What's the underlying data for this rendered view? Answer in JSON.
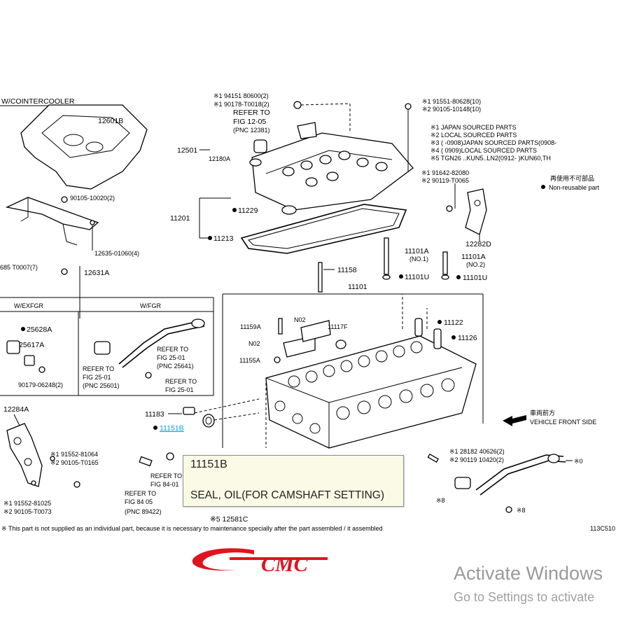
{
  "colors": {
    "accent": "#00a0e0",
    "brand": "#e0141e",
    "tooltip_bg": "#fafae6"
  },
  "header_left": "W/COINTERCOOLER",
  "notes": {
    "n1": "※1 JAPAN SOURCED PARTS",
    "n2": "※2 LOCAL SOURCED PARTS",
    "n3": "※3 (     -0908)JAPAN SOURCED PARTS(0908-",
    "n4": "※4 (     0909)LOCAL SOURCED PARTS",
    "n5": "※5 TGN26 ..KUN5..LN2(0912-       )KUN60,TH",
    "legend1": "再使用不可部品",
    "legend2": "Non-reusable part",
    "footnote": "※ This part is not supplied as an individual part, because it is necessary to maintenance specially after the part assembled / it assembled",
    "fig_id": "113C510"
  },
  "labels": {
    "p12601b": "12601B",
    "p90105": "90105-10020(2)",
    "p12635": "12635-01060(4)",
    "p90105b": "685 T0007(7)",
    "p12631a": "12631A",
    "p12501": "12501",
    "p12180a": "12180A",
    "p12181": "※1 94151 80600(2)",
    "p90178": "※1 90178-T0018(2)",
    "refer1": "REFER TO",
    "fig1205": "FIG 12-05",
    "pnc": "(PNC 12381)",
    "p11201": "11201",
    "p11229": "11229",
    "p11213": "11213",
    "p91551": "※1 91551-80628(10)",
    "p90105c": "※2 90105-10148(10)",
    "p91642": "※1 91642-82080",
    "p90119": "※2 90119-T0065",
    "p12282d": "12282D",
    "p11101a": "11101A",
    "no1": "(NO.1)",
    "p11101u": "11101U",
    "p11101a2": "11101A",
    "no2": "(NO.2)",
    "p11101u2": "11101U",
    "p11158": "11158",
    "p11101": "11101",
    "wexfgr": "W/EXFGR",
    "wfgr": "W/FGR",
    "p25628a": "25628A",
    "p25617a": "25617A",
    "p90179": "90179-06248(2)",
    "refer2": "REFER TO",
    "fig2501a": "FIG 25-01",
    "pnc2": "(PNC 25641)",
    "refer3": "REFER TO",
    "fig2501b": "FIG 25-01",
    "pnc3": "(PNC 25601)",
    "refer4": "REFER TO",
    "fig2501c": "FIG 25-01",
    "p11159a": "11159A",
    "n02a": "N02",
    "n02b": "N02",
    "p11117f": "11117F",
    "p11155a": "11155A",
    "p11122": "11122",
    "p11126": "11126",
    "p12284a": "12284A",
    "p91552": "※1 91552-81064",
    "p90105d": "※2 90105-T0165",
    "p91552b": "※1 91552-81025",
    "p90105e": "※2 90105-T0073",
    "p11183": "11183",
    "p11151b": "11151B",
    "refer5": "REFER TO",
    "fig8401": "FIG 84-01",
    "refer6": "REFER TO",
    "fig8405": "FIG 84 05",
    "pnc4": "(PNC 89422)",
    "p12581c": "※5 12581C",
    "front_jp": "車両前方",
    "front": "VEHICLE FRONT SIDE",
    "p91842": "※1 28182 40626(2)",
    "p90119b": "※2 90119 10420(2)",
    "r1": "※0",
    "r2": "※8",
    "r3": "※8"
  },
  "tooltip": {
    "code": "11151B",
    "description": "SEAL, OIL(FOR CAMSHAFT SETTING)"
  },
  "logo": {
    "text": "CMC"
  },
  "watermark": {
    "line1": "Activate Windows",
    "line2": "Go to Settings to activate"
  }
}
